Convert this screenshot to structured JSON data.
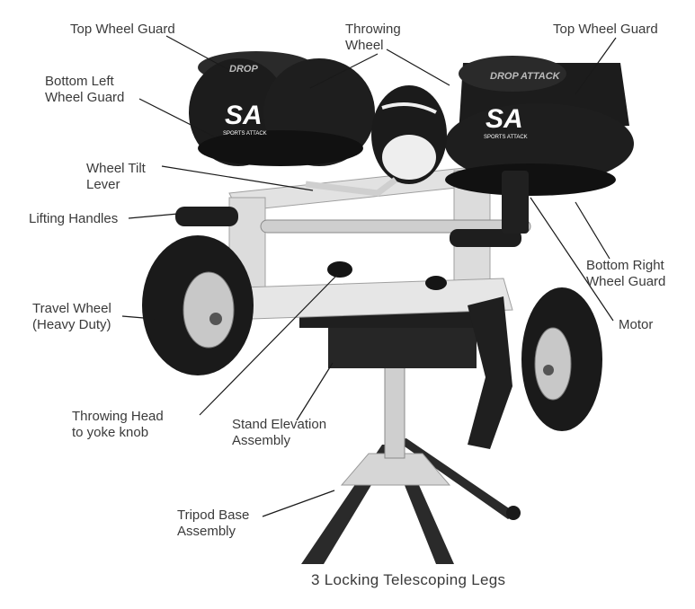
{
  "labels": {
    "top_wheel_guard_left": "Top Wheel Guard",
    "throwing_wheel_line1": "Throwing",
    "throwing_wheel_line2": "Wheel",
    "top_wheel_guard_right": "Top Wheel Guard",
    "bottom_left_guard_line1": "Bottom Left",
    "bottom_left_guard_line2": "Wheel Guard",
    "wheel_tilt_line1": "Wheel Tilt",
    "wheel_tilt_line2": "Lever",
    "lifting_handles": "Lifting Handles",
    "travel_wheel_line1": "Travel Wheel",
    "travel_wheel_line2": "(Heavy Duty)",
    "throwing_head_line1": "Throwing Head",
    "throwing_head_line2": "to yoke knob",
    "stand_elevation_line1": "Stand Elevation",
    "stand_elevation_line2": "Assembly",
    "tripod_base_line1": "Tripod Base",
    "tripod_base_line2": "Assembly",
    "bottom_right_guard_line1": "Bottom Right",
    "bottom_right_guard_line2": "Wheel Guard",
    "motor": "Motor"
  },
  "caption": "3 Locking Telescoping Legs",
  "logo_text": {
    "brand_left": "SA",
    "brand_left_sub": "SPORTS ATTACK",
    "brand_right": "SA",
    "brand_right_sub": "SPORTS ATTACK",
    "guard_left": "DROP",
    "guard_right": "DROP ATTACK"
  },
  "colors": {
    "label_text": "#3a3a3a",
    "leader_line": "#1a1a1a",
    "guard_black": "#1c1c1c",
    "frame_light": "#d9d9d9",
    "metal": "#9a9a9a"
  }
}
